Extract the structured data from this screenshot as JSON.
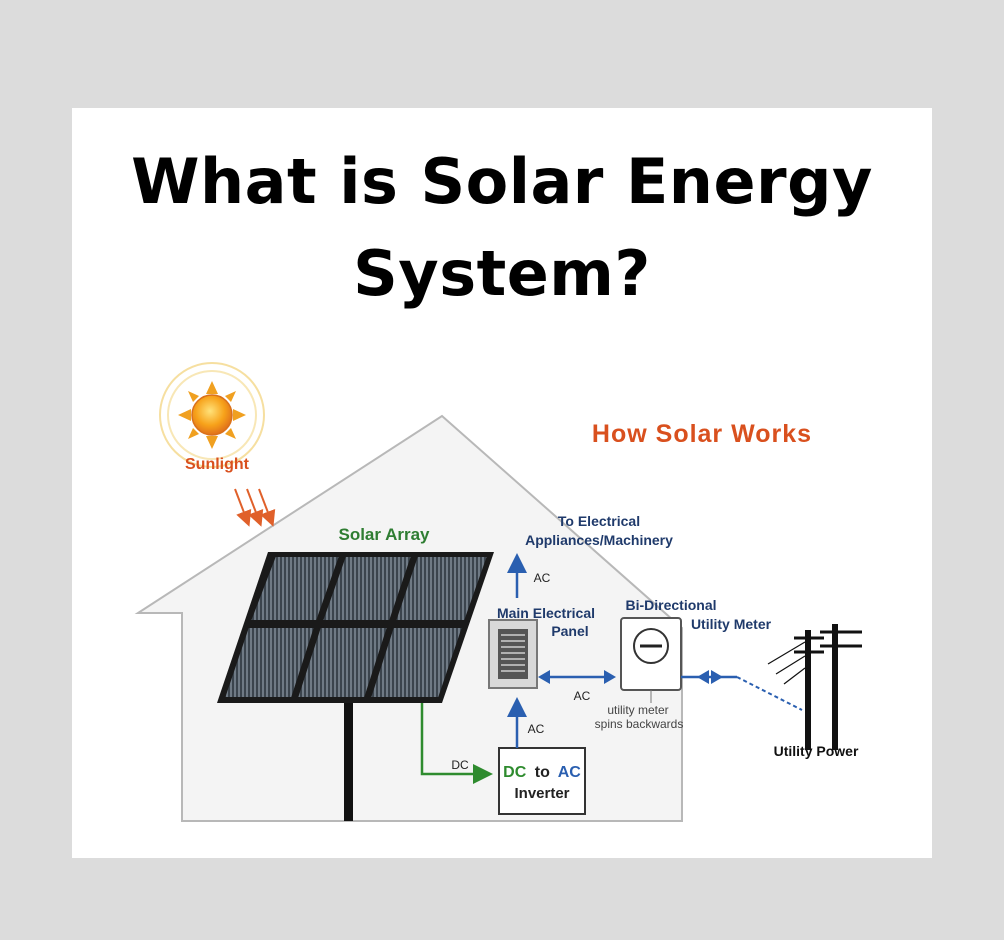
{
  "title": {
    "line1": "What is Solar Energy",
    "line2": "System?"
  },
  "diagram": {
    "heading": "How Solar Works",
    "sunlight": "Sunlight",
    "solar_array": "Solar Array",
    "appliances_line1": "To Electrical",
    "appliances_line2": "Appliances/Machinery",
    "ac_label": "AC",
    "panel_line1": "Main Electrical",
    "panel_line2": "Panel",
    "meter_line1": "Bi-Directional",
    "meter_line2": "Utility Meter",
    "meter_note_line1": "utility meter",
    "meter_note_line2": "spins backwards",
    "dc_label": "DC",
    "inverter_dc": "DC",
    "inverter_to": "to",
    "inverter_ac": "AC",
    "inverter_line2": "Inverter",
    "utility_power": "Utility Power"
  },
  "colors": {
    "title": "#000000",
    "heading": "#d9501e",
    "sunlight": "#d9501e",
    "solar_array": "#2e7d32",
    "dc_wire": "#2e8b2e",
    "ac_blue": "#2a5fb0",
    "label_navy": "#1f3a6b"
  }
}
